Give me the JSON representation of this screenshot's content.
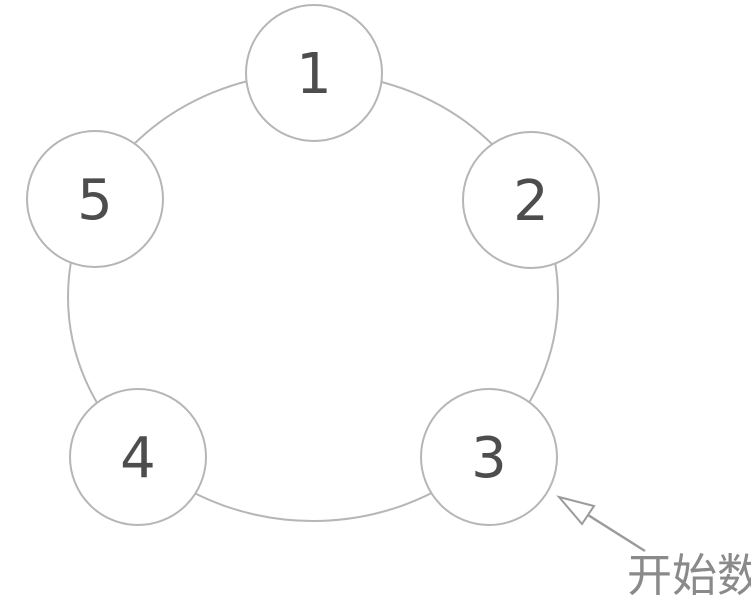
{
  "diagram": {
    "type": "circular-counting-diagram",
    "nodes": [
      {
        "label": "1"
      },
      {
        "label": "2"
      },
      {
        "label": "3"
      },
      {
        "label": "4"
      },
      {
        "label": "5"
      }
    ],
    "annotation": {
      "label": "开始数",
      "points_to_node": "3"
    },
    "colors": {
      "background": "#ffffff",
      "ring_stroke": "#b6b6b6",
      "node_fill": "#ffffff",
      "node_stroke": "#b6b6b6",
      "number_text": "#4d4d4d",
      "arrow": "#9b9b9b",
      "annotation_text": "#8a8a8a"
    }
  }
}
